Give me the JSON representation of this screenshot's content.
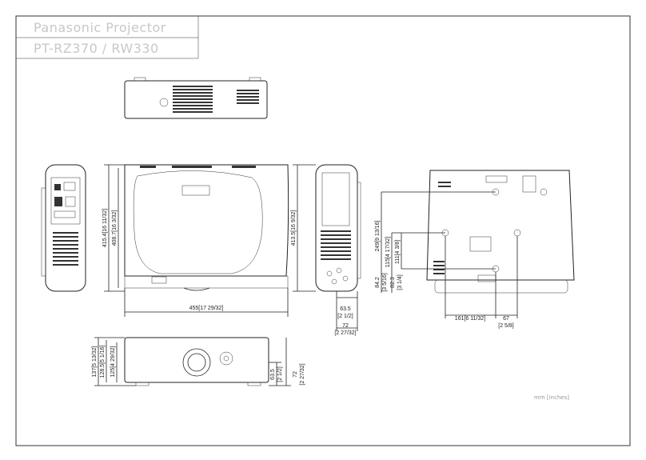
{
  "title": {
    "brand": "Panasonic Projector",
    "models": "PT-RZ370 / RW330"
  },
  "units_note": "mm [inches]",
  "dimensions": {
    "width": "455[17 29/32]",
    "depth_total": "415.4[16 11/32]",
    "depth_body": "408.7[16 3/32]",
    "side_depth": "413.5[16 9/32]",
    "side_63_5_a": "63.5",
    "side_63_5_b": "[2 1/2]",
    "side_72_a": "72",
    "side_72_b": "[2 27/32]",
    "bottom_249": "249[9 13/16]",
    "bottom_115": "115[4 17/32]",
    "bottom_111": "111[4 3/8]",
    "bottom_84_2": "84.2",
    "bottom_3_5_16": "[3 5/16]",
    "bottom_82_3": "82.3",
    "bottom_3_1_4": "[3 1/4]",
    "bottom_161": "161[6 11/32]",
    "bottom_67_a": "67",
    "bottom_67_b": "[2 5/8]",
    "front_137": "137[5 13/32]",
    "front_128_5": "128.5[5 1/16]",
    "front_125": "125[4 29/32]",
    "front_63_5_a": "63.5",
    "front_63_5_b": "[2 1/2]",
    "front_72_a": "72",
    "front_72_b": "[2 27/32]"
  }
}
